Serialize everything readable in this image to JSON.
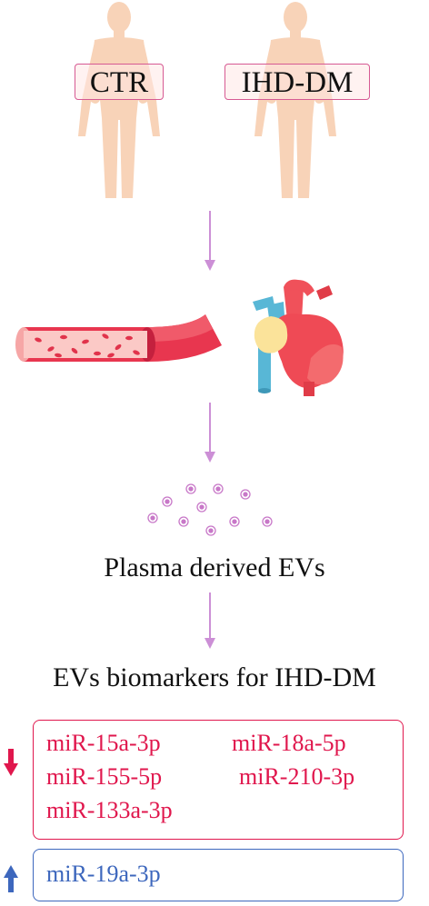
{
  "groups": [
    {
      "label": "CTR"
    },
    {
      "label": "IHD-DM"
    }
  ],
  "icons": {
    "human_figures": "human-silhouette-icon",
    "blood_vessel": "blood-vessel-icon",
    "heart": "heart-icon",
    "vesicles": "extracellular-vesicles-icon",
    "down_regulated": "down-arrow-icon",
    "up_regulated": "up-arrow-icon"
  },
  "captions": {
    "plasma": "Plasma derived EVs",
    "biomarkers": "EVs biomarkers for IHD-DM"
  },
  "biomarkers": {
    "downregulated": [
      "miR-15a-3p",
      "miR-18a-5p",
      "miR-155-5p",
      "miR-210-3p",
      "miR-133a-3p"
    ],
    "upregulated": [
      "miR-19a-3p"
    ]
  },
  "colors": {
    "skin": "#f8d3b8",
    "down": "#e0174d",
    "up": "#3d67bd",
    "flow_arrow": "#cc8fd6",
    "label_border": "#d65a93"
  }
}
